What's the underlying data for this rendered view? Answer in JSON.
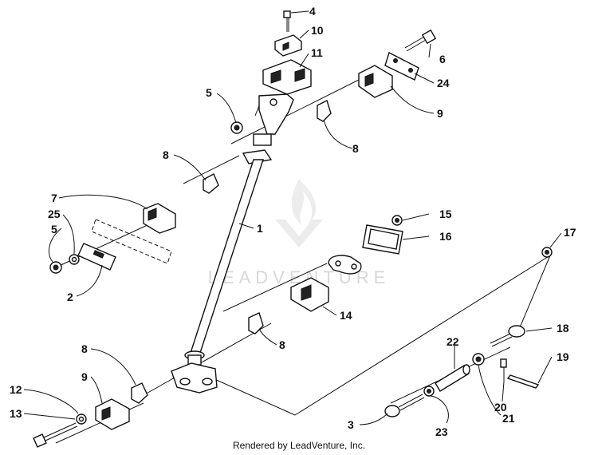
{
  "diagram": {
    "footer": "Rendered by LeadVenture, Inc.",
    "watermark": "LEADVENTURE",
    "callouts": [
      "1",
      "2",
      "3",
      "4",
      "5",
      "5",
      "6",
      "7",
      "8",
      "8",
      "8",
      "8",
      "9",
      "9",
      "10",
      "11",
      "12",
      "13",
      "14",
      "15",
      "16",
      "17",
      "18",
      "19",
      "20",
      "21",
      "22",
      "23",
      "24",
      "25"
    ]
  }
}
